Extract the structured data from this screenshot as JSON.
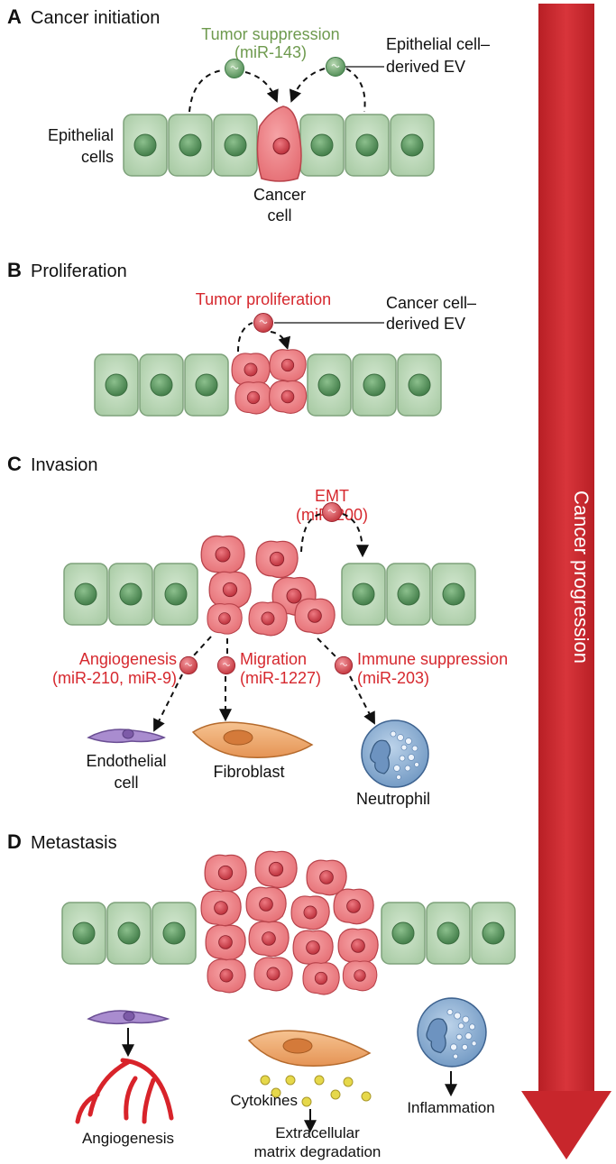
{
  "panels": {
    "a": {
      "letter": "A",
      "title": "Cancer initiation"
    },
    "b": {
      "letter": "B",
      "title": "Proliferation"
    },
    "c": {
      "letter": "C",
      "title": "Invasion"
    },
    "d": {
      "letter": "D",
      "title": "Metastasis"
    }
  },
  "labels": {
    "tumor_suppression": "Tumor suppression",
    "mir_143": "(miR-143)",
    "epithelial_ev_1": "Epithelial cell–",
    "epithelial_ev_2": "derived EV",
    "epithelial_cells_1": "Epithelial",
    "epithelial_cells_2": "cells",
    "cancer_cell_1": "Cancer",
    "cancer_cell_2": "cell",
    "tumor_proliferation": "Tumor proliferation",
    "cancer_ev_1": "Cancer cell–",
    "cancer_ev_2": "derived EV",
    "emt": "EMT",
    "mir_200": "(miR-200)",
    "angiogenesis_c": "Angiogenesis",
    "mir_210_9": "(miR-210, miR-9)",
    "migration": "Migration",
    "mir_1227": "(miR-1227)",
    "immune_suppression": "Immune suppression",
    "mir_203": "(miR-203)",
    "endothelial_1": "Endothelial",
    "endothelial_2": "cell",
    "fibroblast": "Fibroblast",
    "neutrophil": "Neutrophil",
    "cytokines": "Cytokines",
    "angiogenesis_d": "Angiogenesis",
    "ecm_1": "Extracellular",
    "ecm_2": "matrix degradation",
    "inflammation": "Inflammation",
    "cancer_progression": "Cancer progression"
  },
  "colors": {
    "epithelial": "#b9d6b5",
    "nucleus": "#5e9a62",
    "cancer": "#ee7c80",
    "cancer_nucleus": "#cf3d47",
    "red": "#d6282e",
    "progression_arrow": "#c8262c",
    "endothelial": "#a98ccf",
    "fibroblast": "#f0a86a",
    "neutrophil": "#7fa6cd",
    "cytokine": "#e6d84a"
  }
}
